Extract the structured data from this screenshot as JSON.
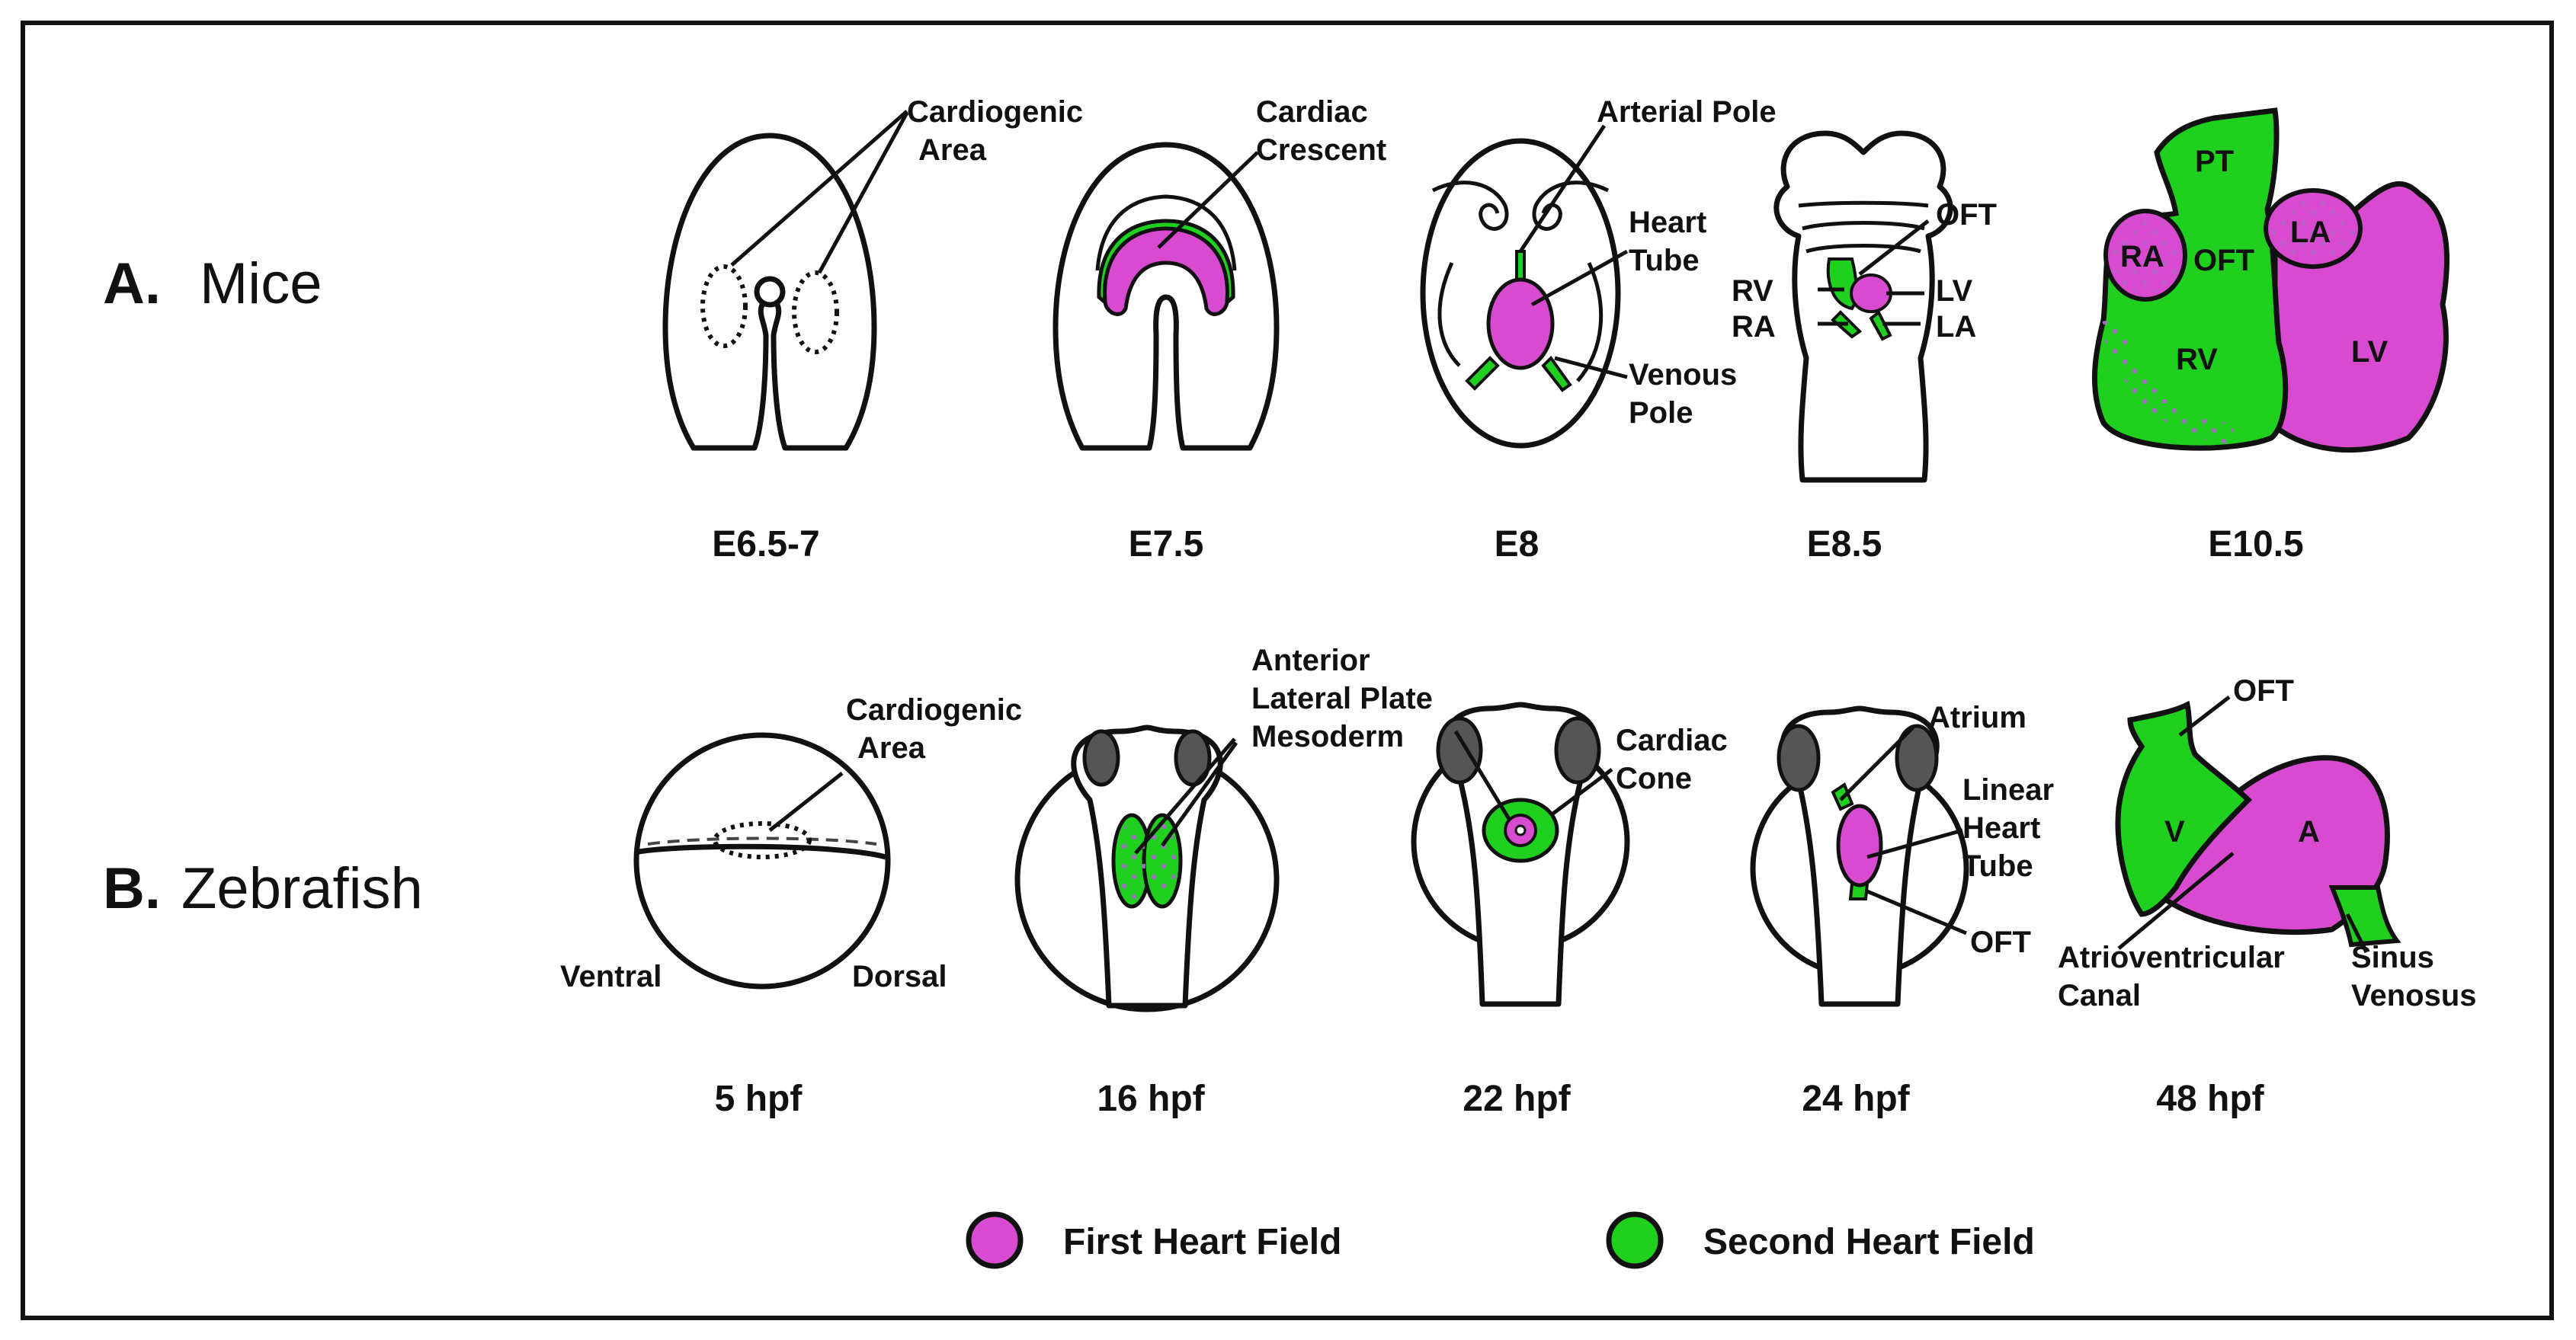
{
  "colors": {
    "first_heart_field": "#d84bd0",
    "second_heart_field": "#1fd01f",
    "dark_eye": "#555555",
    "speckle": "#a070c0"
  },
  "rows": {
    "mice": {
      "letter": "A.",
      "name": "Mice"
    },
    "zebrafish": {
      "letter": "B.",
      "name": "Zebrafish"
    }
  },
  "mice": {
    "stages": [
      "E6.5-7",
      "E7.5",
      "E8",
      "E8.5",
      "E10.5"
    ],
    "e65": {
      "cardiogenic_1": "Cardiogenic",
      "cardiogenic_2": "Area"
    },
    "e75": {
      "crescent_1": "Cardiac",
      "crescent_2": "Crescent"
    },
    "e8": {
      "arterial_pole": "Arterial Pole",
      "heart_1": "Heart",
      "heart_2": "Tube",
      "venous_1": "Venous",
      "venous_2": "Pole"
    },
    "e85": {
      "oft": "OFT",
      "rv": "RV",
      "lv": "LV",
      "ra": "RA",
      "la": "LA"
    },
    "e105": {
      "pt": "PT",
      "ra": "RA",
      "oft": "OFT",
      "la": "LA",
      "rv": "RV",
      "lv": "LV"
    }
  },
  "zebrafish": {
    "stages": [
      "5 hpf",
      "16 hpf",
      "22 hpf",
      "24 hpf",
      "48 hpf"
    ],
    "h5": {
      "cardiogenic_1": "Cardiogenic",
      "cardiogenic_2": "Area",
      "ventral": "Ventral",
      "dorsal": "Dorsal"
    },
    "h16": {
      "alpm_1": "Anterior",
      "alpm_2": "Lateral Plate",
      "alpm_3": "Mesoderm"
    },
    "h22": {
      "cone_1": "Cardiac",
      "cone_2": "Cone"
    },
    "h24": {
      "atrium": "Atrium",
      "linear_1": "Linear",
      "linear_2": "Heart",
      "linear_3": "Tube",
      "oft": "OFT"
    },
    "h48": {
      "oft": "OFT",
      "v": "V",
      "a": "A",
      "avc_1": "Atrioventricular",
      "avc_2": "Canal",
      "sinus_1": "Sinus",
      "sinus_2": "Venosus"
    }
  },
  "legend": {
    "first": "First Heart Field",
    "second": "Second Heart Field"
  }
}
